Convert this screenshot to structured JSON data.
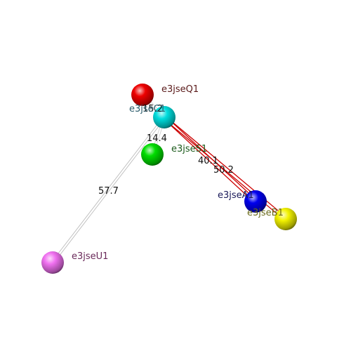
{
  "atoms": [
    {
      "id": "U1",
      "name": "e3jseU1",
      "color": "#f070f0",
      "label_color": "#6a2a5a"
    },
    {
      "id": "B1",
      "name": "e3jseB1",
      "color": "#f2f200",
      "label_color": "#6a6a1a"
    },
    {
      "id": "A1",
      "name": "e3jseA1",
      "color": "#0000ee",
      "label_color": "#1a1a5a"
    },
    {
      "id": "S1",
      "name": "e3jseS1",
      "color": "#00dd00",
      "label_color": "#1a5a1a"
    },
    {
      "id": "Q1",
      "name": "e3jseQ1",
      "color": "#ee0000",
      "label_color": "#5a1a1a"
    },
    {
      "id": "C1",
      "name": "e3jseC1",
      "color": "#00dddd",
      "label_color": "#2a5a6a"
    }
  ],
  "distances": [
    {
      "from": "C1",
      "to": "U1",
      "value": "57.7",
      "color": "#bbbbbb"
    },
    {
      "from": "C1",
      "to": "B1",
      "value": "50.2",
      "color": "#cc0000"
    },
    {
      "from": "C1",
      "to": "A1",
      "value": "40.1",
      "color": "#cc0000"
    },
    {
      "from": "C1",
      "to": "S1",
      "value": "14.4",
      "color": "#d0d0d0"
    },
    {
      "from": "C1",
      "to": "Q1",
      "value": "15.2",
      "color": "#d0d0d0"
    }
  ]
}
